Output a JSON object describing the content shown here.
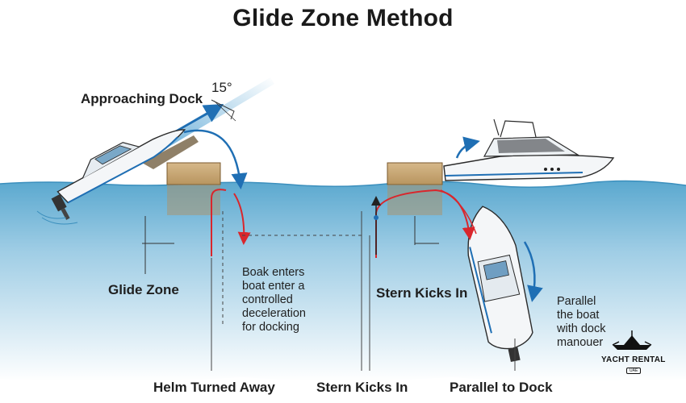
{
  "title": "Glide Zone Method",
  "labels": {
    "approaching_dock": "Approaching Dock",
    "angle": "15°",
    "glide_zone": "Glide Zone",
    "boat_enters_lines": [
      "Boak enters",
      "boat enter a",
      "controlled",
      "deceleration",
      "for docking"
    ],
    "stern_kicks_in_mid": "Stern Kicks In",
    "parallel_lines": [
      "Parallel",
      "the boat",
      "with dock",
      "manouer"
    ]
  },
  "bottom_labels": {
    "helm_turned_away": "Helm Turned Away",
    "stern_kicks_in": "Stern Kicks In",
    "parallel_to_dock": "Parallel to Dock"
  },
  "logo": {
    "name": "YACHT RENTAL",
    "sub": "UAE"
  },
  "colors": {
    "water_top": "#5aa8cf",
    "water_bottom": "#e9f4fa",
    "dock": "#c9a877",
    "arrow_blue": "#1f6fb4",
    "path_red": "#d9262c",
    "hull": "#f4f6f8",
    "outline": "#2a2a2a"
  }
}
